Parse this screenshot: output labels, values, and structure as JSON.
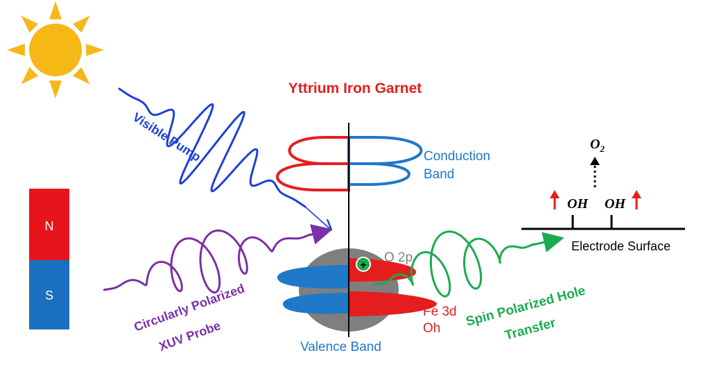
{
  "title": "Yttrium Iron Garnet",
  "pump_label": "Visible Pump",
  "probe_label_line1": "Circularly Polarized",
  "probe_label_line2": "XUV Probe",
  "conduction_band_line1": "Conduction",
  "conduction_band_line2": "Band",
  "valence_band": "Valence Band",
  "o2p": "O 2p",
  "fe3d_line1": "Fe 3d",
  "fe3d_line2": "Oh",
  "hole_transfer_line1": "Spin Polarized Hole",
  "hole_transfer_line2": "Transfer",
  "electrode_surface": "Electrode Surface",
  "oh_left": "OH",
  "oh_right": "OH",
  "o2_base": "O",
  "o2_sub": "2",
  "magnet_north": "N",
  "magnet_south": "S",
  "hole_symbol": "+",
  "colors": {
    "pump": "#1f3fd6",
    "probe": "#7b2fa8",
    "hole_transfer": "#1aab4f",
    "title": "#e41e1e",
    "band_blue": "#1f78c8",
    "band_red": "#e41e1e",
    "magnet_red": "#e8141b",
    "magnet_blue": "#1a6fc0",
    "sun": "#f6b817",
    "sphere_gray": "#7f7f7f"
  },
  "icons": [
    "sun-icon",
    "magnet-icon",
    "hole-icon",
    "spin-up-arrow-icon"
  ]
}
